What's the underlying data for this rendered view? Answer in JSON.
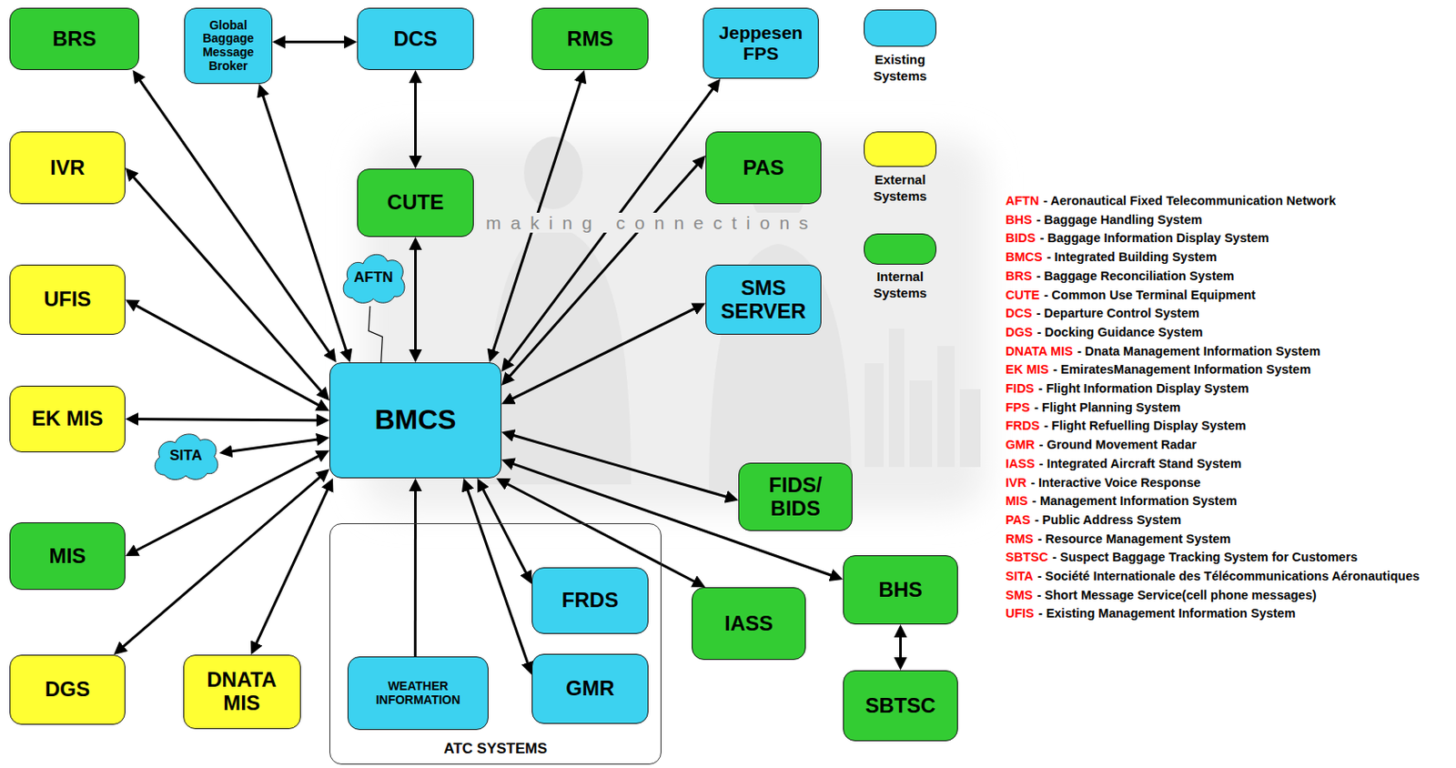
{
  "diagram": {
    "nodes": [
      {
        "text": [
          "BRS"
        ]
      },
      {
        "text": [
          "Global Baggage Message Broker"
        ]
      },
      {
        "text": [
          "DCS"
        ]
      },
      {
        "text": [
          "RMS"
        ]
      },
      {
        "text": [
          "Jeppesen FPS"
        ]
      },
      {
        "text": [
          "IVR"
        ]
      },
      {
        "text": [
          "CUTE"
        ]
      },
      {
        "text": [
          "PAS"
        ]
      },
      {
        "text": [
          "UFIS"
        ]
      },
      {
        "text": [
          "AFTN"
        ]
      },
      {
        "text": [
          "SMS SERVER"
        ]
      },
      {
        "text": [
          "EK MIS"
        ]
      },
      {
        "text": [
          "BMCS"
        ]
      },
      {
        "text": [
          "SITA"
        ]
      },
      {
        "text": [
          "FIDS/ BIDS"
        ]
      },
      {
        "text": [
          "MIS"
        ]
      },
      {
        "text": [
          "BHS"
        ]
      },
      {
        "text": [
          "ATC SYSTEMS"
        ]
      },
      {
        "text": [
          "FRDS"
        ],
        "in": 17
      },
      {
        "text": [
          "IASS"
        ]
      },
      {
        "text": [
          "WEATHER INFORMATION"
        ],
        "in": 17
      },
      {
        "text": [
          "GMR"
        ],
        "in": 17
      },
      {
        "text": [
          "DGS"
        ]
      },
      {
        "text": [
          "DNATA MIS"
        ]
      },
      {
        "text": [
          "SBTSC"
        ]
      }
    ],
    "edges": [
      {
        "from": 1,
        "to": 2,
        "arrow": "both"
      },
      {
        "from": 2,
        "to": 6,
        "arrow": "both"
      },
      {
        "from": 0,
        "to": 12,
        "arrow": "both"
      },
      {
        "from": 1,
        "to": 12,
        "arrow": "both"
      },
      {
        "from": 3,
        "to": 12,
        "arrow": "both"
      },
      {
        "from": 4,
        "to": 12,
        "arrow": "both"
      },
      {
        "from": 5,
        "to": 12,
        "arrow": "both"
      },
      {
        "from": 6,
        "to": 12,
        "arrow": "both"
      },
      {
        "from": 7,
        "to": 12,
        "arrow": "both"
      },
      {
        "from": 8,
        "to": 12,
        "arrow": "both"
      },
      {
        "from": 9,
        "to": 12,
        "arrow": "none"
      },
      {
        "from": 10,
        "to": 12,
        "arrow": "both"
      },
      {
        "from": 11,
        "to": 12,
        "arrow": "both"
      },
      {
        "from": 13,
        "to": 12,
        "arrow": "both"
      },
      {
        "from": 14,
        "to": 12,
        "arrow": "both"
      },
      {
        "from": 15,
        "to": 12,
        "arrow": "both"
      },
      {
        "from": 16,
        "to": 12,
        "arrow": "both"
      },
      {
        "from": 18,
        "to": 12,
        "arrow": "both"
      },
      {
        "from": 19,
        "to": 12,
        "arrow": "both"
      },
      {
        "from": 20,
        "to": 12,
        "arrow": "to"
      },
      {
        "from": 21,
        "to": 12,
        "arrow": "both"
      },
      {
        "from": 22,
        "to": 12,
        "arrow": "both"
      },
      {
        "from": 23,
        "to": 12,
        "arrow": "both"
      },
      {
        "from": 16,
        "to": 24,
        "arrow": "both"
      }
    ],
    "labels": [
      "making connections",
      "AFTN",
      "- Aeronautical Fixed Telecommunication Network",
      "BHS",
      "- Baggage Handling System",
      "BIDS",
      "- Baggage Information Display System",
      "BMCS",
      "- Integrated Building System",
      "BRS",
      "- Baggage Reconciliation System",
      "CUTE",
      "- Common Use Terminal Equipment",
      "DCS",
      "- Departure Control System",
      "DGS",
      "- Docking Guidance System",
      "DNATA MIS",
      "- Dnata Management Information System",
      "EK MIS",
      "- EmiratesManagement Information System",
      "FIDS",
      "- Flight Information Display System",
      "FPS",
      "- Flight Planning System",
      "FRDS",
      "- Flight Refuelling Display System",
      "GMR",
      "- Ground Movement Radar",
      "IASS",
      "- Integrated Aircraft Stand System",
      "IVR",
      "- Interactive Voice Response",
      "MIS",
      "- Management Information System",
      "PAS",
      "- Public Address System",
      "RMS",
      "- Resource Management System",
      "SBTSC",
      "- Suspect Baggage Tracking System for Customers",
      "SITA",
      "- Société Internationale des Télécommunications Aéronautiques",
      "SMS",
      "- Short Message Service(cell phone messages)",
      "UFIS",
      "- Existing Management Information System"
    ],
    "legend": [
      {
        "text": "Existing Systems",
        "color": "#3cd2f0"
      },
      {
        "text": "External Systems",
        "color": "#ffff33"
      },
      {
        "text": "Internal Systems",
        "color": "#33cc33"
      }
    ]
  }
}
